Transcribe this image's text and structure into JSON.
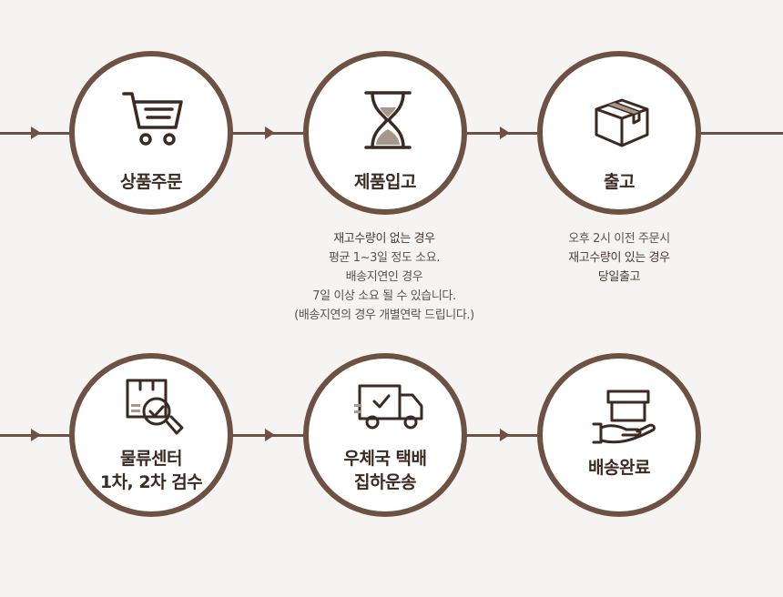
{
  "steps": [
    {
      "id": "order",
      "label": "상품주문",
      "icon": "shopping-cart-icon"
    },
    {
      "id": "stock",
      "label": "제품입고",
      "icon": "hourglass-icon"
    },
    {
      "id": "ship",
      "label": "출고",
      "icon": "box-icon"
    },
    {
      "id": "inspect",
      "label_line1": "물류센터",
      "label_line2": "1차, 2차 검수",
      "icon": "magnifier-box-icon"
    },
    {
      "id": "courier",
      "label_line1": "우체국 택배",
      "label_line2": "집하운송",
      "icon": "delivery-truck-icon"
    },
    {
      "id": "done",
      "label": "배송완료",
      "icon": "hand-box-icon"
    }
  ],
  "notes": {
    "stock": [
      "재고수량이 없는 경우",
      "평균 1~3일 정도 소요.",
      "배송지연인 경우",
      "7일 이상 소요 될 수 있습니다.",
      "(배송지연의 경우 개별연락 드립니다.)"
    ],
    "ship": [
      "오후 2시 이전 주문시",
      "재고수량이 있는 경우",
      "당일출고"
    ]
  },
  "colors": {
    "line": "#6d5244",
    "background": "#f6f4f2",
    "text": "#3a2a22"
  }
}
